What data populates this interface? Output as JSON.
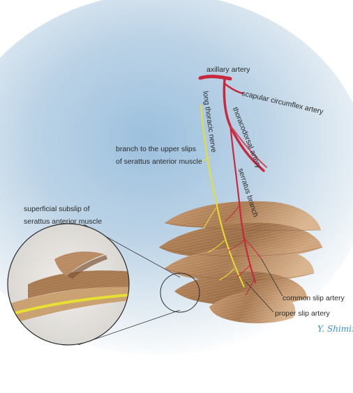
{
  "labels": {
    "axillary_artery": "axillary artery",
    "scapular_circumflex_artery": "scapular circumflex artery",
    "long_thoracic_nerve": "long thoracic nerve",
    "thoracodorsal_artery": "thoracodorsal artery",
    "branch_upper_slips_line1": "branch to the upper slips",
    "branch_upper_slips_line2": "of serattus anterior muscle",
    "serratus_branch": "serratus branch",
    "superficial_subslip_line1": "superficial subslip of",
    "superficial_subslip_line2": "serattus anterior muscle",
    "common_slip_artery": "common slip artery",
    "proper_slip_artery": "proper slip artery"
  },
  "signature": "Y. Shimizu",
  "colors": {
    "background_glow": "#9cc0de",
    "muscle": "#b88b63",
    "muscle_dark": "#8a5e3c",
    "artery": "#c8283e",
    "nerve": "#e8e030",
    "signature": "#3a8fd6"
  }
}
